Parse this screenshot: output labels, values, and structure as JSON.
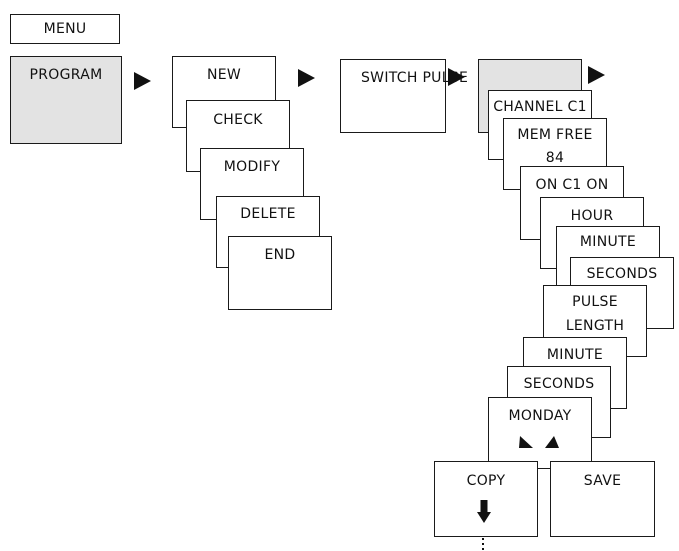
{
  "menu": {
    "label": "MENU"
  },
  "program": {
    "label": "PROGRAM"
  },
  "program_options": {
    "new": "NEW",
    "check": "CHECK",
    "modify": "MODIFY",
    "delete": "DELETE",
    "end": "END"
  },
  "switch_pulse": {
    "label": "SWITCH PULSE"
  },
  "pulse_steps": {
    "channel": "CHANNEL C1",
    "mem_free": "MEM FREE",
    "mem_free_value": "84",
    "on_c1_on": "ON C1 ON",
    "hour": "HOUR",
    "minute": "MINUTE",
    "seconds": "SECONDS",
    "pulse_length_line1": "PULSE",
    "pulse_length_line2": "LENGTH",
    "length_minute": "MINUTE",
    "length_seconds": "SECONDS",
    "day": "MONDAY"
  },
  "final_actions": {
    "copy": "COPY",
    "save": "SAVE"
  }
}
